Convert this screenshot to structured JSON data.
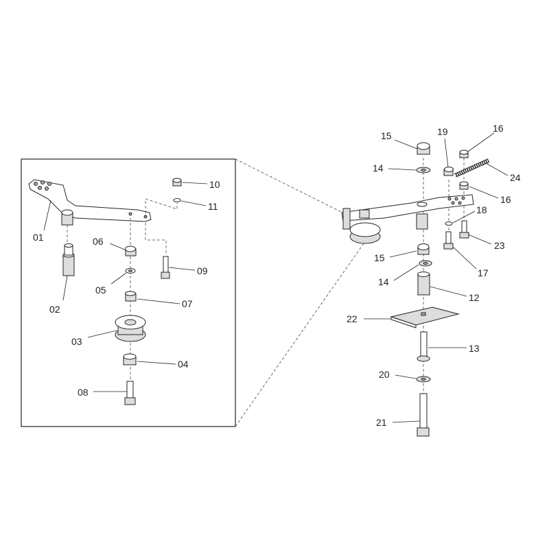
{
  "labels": {
    "p01": "01",
    "p02": "02",
    "p03": "03",
    "p04": "04",
    "p05": "05",
    "p06": "06",
    "p07": "07",
    "p08": "08",
    "p09": "09",
    "p10": "10",
    "p11": "11",
    "p12": "12",
    "p13": "13",
    "p14a": "14",
    "p14b": "14",
    "p15a": "15",
    "p15b": "15",
    "p16a": "16",
    "p16b": "16",
    "p17": "17",
    "p18": "18",
    "p19": "19",
    "p20": "20",
    "p21": "21",
    "p22": "22",
    "p23": "23",
    "p24": "24"
  }
}
